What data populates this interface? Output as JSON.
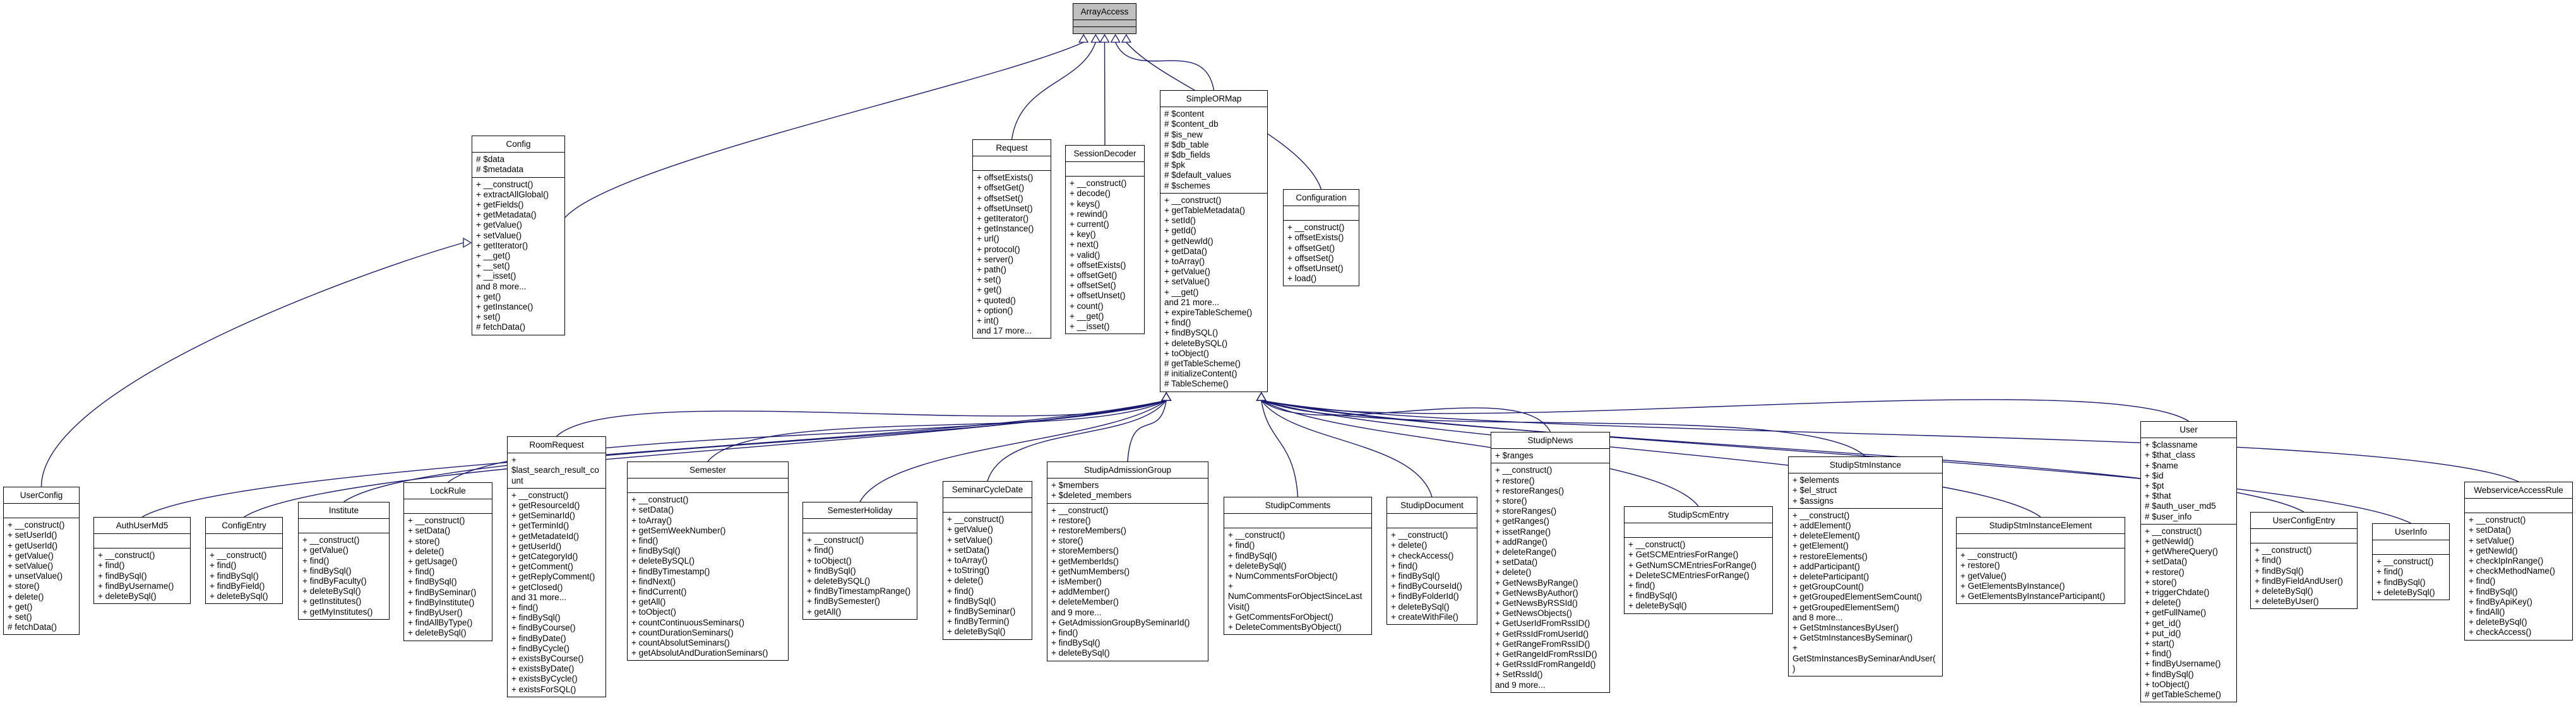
{
  "diagram_type": "uml-class-inheritance",
  "colors": {
    "edge_line": "#191970",
    "box_border": "#000000",
    "class_fill": "#ffffff",
    "external_class_fill": "#bfbfbf",
    "text": "#000000"
  },
  "classes": {
    "arrayaccess": {
      "name": "ArrayAccess",
      "attributes": [],
      "methods": []
    },
    "config": {
      "name": "Config",
      "attributes": [
        "# $data",
        "# $metadata"
      ],
      "methods": [
        "+ __construct()",
        "+ extractAllGlobal()",
        "+ getFields()",
        "+ getMetadata()",
        "+ getValue()",
        "+ setValue()",
        "+ getIterator()",
        "+ __get()",
        "+ __set()",
        "+ __isset()",
        "and 8 more...",
        "+ get()",
        "+ getInstance()",
        "+ set()",
        "# fetchData()"
      ]
    },
    "request": {
      "name": "Request",
      "attributes": [],
      "methods": [
        "+ offsetExists()",
        "+ offsetGet()",
        "+ offsetSet()",
        "+ offsetUnset()",
        "+ getIterator()",
        "+ getInstance()",
        "+ url()",
        "+ protocol()",
        "+ server()",
        "+ path()",
        "+ set()",
        "+ get()",
        "+ quoted()",
        "+ option()",
        "+ int()",
        "and 17 more..."
      ]
    },
    "sessiondecoder": {
      "name": "SessionDecoder",
      "attributes": [],
      "methods": [
        "+ __construct()",
        "+ decode()",
        "+ keys()",
        "+ rewind()",
        "+ current()",
        "+ key()",
        "+ next()",
        "+ valid()",
        "+ offsetExists()",
        "+ offsetGet()",
        "+ offsetSet()",
        "+ offsetUnset()",
        "+ count()",
        "+ __get()",
        "+ __isset()"
      ]
    },
    "simpleormap": {
      "name": "SimpleORMap",
      "attributes": [
        "# $content",
        "# $content_db",
        "# $is_new",
        "# $db_table",
        "# $db_fields",
        "# $pk",
        "# $default_values",
        "# $schemes"
      ],
      "methods": [
        "+ __construct()",
        "+ getTableMetadata()",
        "+ setId()",
        "+ getId()",
        "+ getNewId()",
        "+ getData()",
        "+ toArray()",
        "+ getValue()",
        "+ setValue()",
        "+ __get()",
        "and 21 more...",
        "+ expireTableScheme()",
        "+ find()",
        "+ findBySQL()",
        "+ deleteBySQL()",
        "+ toObject()",
        "# getTableScheme()",
        "# initializeContent()",
        "# TableScheme()"
      ]
    },
    "configuration": {
      "name": "Configuration",
      "attributes": [],
      "methods": [
        "+ __construct()",
        "+ offsetExists()",
        "+ offsetGet()",
        "+ offsetSet()",
        "+ offsetUnset()",
        "+ load()"
      ]
    },
    "userconfig": {
      "name": "UserConfig",
      "attributes": [],
      "methods": [
        "+ __construct()",
        "+ setUserId()",
        "+ getUserId()",
        "+ getValue()",
        "+ setValue()",
        "+ unsetValue()",
        "+ store()",
        "+ delete()",
        "+ get()",
        "+ set()",
        "# fetchData()"
      ]
    },
    "authusermd5": {
      "name": "AuthUserMd5",
      "attributes": [],
      "methods": [
        "+ __construct()",
        "+ find()",
        "+ findBySql()",
        "+ findByUsername()",
        "+ deleteBySql()"
      ]
    },
    "configentry": {
      "name": "ConfigEntry",
      "attributes": [],
      "methods": [
        "+ __construct()",
        "+ find()",
        "+ findBySql()",
        "+ findByField()",
        "+ deleteBySql()"
      ]
    },
    "institute": {
      "name": "Institute",
      "attributes": [],
      "methods": [
        "+ __construct()",
        "+ getValue()",
        "+ find()",
        "+ findBySql()",
        "+ findByFaculty()",
        "+ deleteBySql()",
        "+ getInstitutes()",
        "+ getMyInstitutes()"
      ]
    },
    "lockrule": {
      "name": "LockRule",
      "attributes": [],
      "methods": [
        "+ __construct()",
        "+ setData()",
        "+ store()",
        "+ delete()",
        "+ getUsage()",
        "+ find()",
        "+ findBySql()",
        "+ findBySeminar()",
        "+ findByInstitute()",
        "+ findByUser()",
        "+ findAllByType()",
        "+ deleteBySql()"
      ]
    },
    "roomrequest": {
      "name": "RoomRequest",
      "attributes": [
        "+ $last_search_result_count"
      ],
      "methods": [
        "+ __construct()",
        "+ getResourceId()",
        "+ getSeminarId()",
        "+ getTerminId()",
        "+ getMetadateId()",
        "+ getUserId()",
        "+ getCategoryId()",
        "+ getComment()",
        "+ getReplyComment()",
        "+ getClosed()",
        "and 31 more...",
        "+ find()",
        "+ findBySql()",
        "+ findByCourse()",
        "+ findByDate()",
        "+ findByCycle()",
        "+ existsByCourse()",
        "+ existsByDate()",
        "+ existsByCycle()",
        "+ existsForSQL()"
      ]
    },
    "semester": {
      "name": "Semester",
      "attributes": [],
      "methods": [
        "+ __construct()",
        "+ setData()",
        "+ toArray()",
        "+ getSemWeekNumber()",
        "+ find()",
        "+ findBySql()",
        "+ deleteBySQL()",
        "+ findByTimestamp()",
        "+ findNext()",
        "+ findCurrent()",
        "+ getAll()",
        "+ toObject()",
        "+ countContinuousSeminars()",
        "+ countDurationSeminars()",
        "+ countAbsolutSeminars()",
        "+ getAbsolutAndDurationSeminars()"
      ]
    },
    "semesterholiday": {
      "name": "SemesterHoliday",
      "attributes": [],
      "methods": [
        "+ __construct()",
        "+ find()",
        "+ toObject()",
        "+ findBySql()",
        "+ deleteBySQL()",
        "+ findByTimestampRange()",
        "+ findBySemester()",
        "+ getAll()"
      ]
    },
    "seminarcycledate": {
      "name": "SeminarCycleDate",
      "attributes": [],
      "methods": [
        "+ __construct()",
        "+ getValue()",
        "+ setValue()",
        "+ setData()",
        "+ toArray()",
        "+ toString()",
        "+ delete()",
        "+ find()",
        "+ findBySql()",
        "+ findBySeminar()",
        "+ findByTermin()",
        "+ deleteBySql()"
      ]
    },
    "studipadmissiongroup": {
      "name": "StudipAdmissionGroup",
      "attributes": [
        "+ $members",
        "+ $deleted_members"
      ],
      "methods": [
        "+ __construct()",
        "+ restore()",
        "+ restoreMembers()",
        "+ store()",
        "+ storeMembers()",
        "+ getMemberIds()",
        "+ getNumMembers()",
        "+ isMember()",
        "+ addMember()",
        "+ deleteMember()",
        "and 9 more...",
        "+ GetAdmissionGroupBySeminarId()",
        "+ find()",
        "+ findBySql()",
        "+ deleteBySql()"
      ]
    },
    "studipcomments": {
      "name": "StudipComments",
      "attributes": [],
      "methods": [
        "+ __construct()",
        "+ find()",
        "+ findBySql()",
        "+ deleteBySql()",
        "+ NumCommentsForObject()",
        "+ NumCommentsForObjectSinceLastVisit()",
        "+ GetCommentsForObject()",
        "+ DeleteCommentsByObject()"
      ]
    },
    "studipdocument": {
      "name": "StudipDocument",
      "attributes": [],
      "methods": [
        "+ __construct()",
        "+ delete()",
        "+ checkAccess()",
        "+ find()",
        "+ findBySql()",
        "+ findByCourseId()",
        "+ findByFolderId()",
        "+ deleteBySql()",
        "+ createWithFile()"
      ]
    },
    "studipnews": {
      "name": "StudipNews",
      "attributes": [
        "+ $ranges"
      ],
      "methods": [
        "+ __construct()",
        "+ restore()",
        "+ restoreRanges()",
        "+ store()",
        "+ storeRanges()",
        "+ getRanges()",
        "+ issetRange()",
        "+ addRange()",
        "+ deleteRange()",
        "+ setData()",
        "+ delete()",
        "+ GetNewsByRange()",
        "+ GetNewsByAuthor()",
        "+ GetNewsByRSSId()",
        "+ GetNewsObjects()",
        "+ GetUserIdFromRssID()",
        "+ GetRssIdFromUserId()",
        "+ GetRangeFromRssID()",
        "+ GetRangeIdFromRssID()",
        "+ GetRssIdFromRangeId()",
        "+ SetRssId()",
        "and 9 more..."
      ]
    },
    "studipscmentry": {
      "name": "StudipScmEntry",
      "attributes": [],
      "methods": [
        "+ __construct()",
        "+ GetSCMEntriesForRange()",
        "+ GetNumSCMEntriesForRange()",
        "+ DeleteSCMEntriesForRange()",
        "+ find()",
        "+ findBySql()",
        "+ deleteBySql()"
      ]
    },
    "studipstminstance": {
      "name": "StudipStmInstance",
      "attributes": [
        "+ $elements",
        "+ $el_struct",
        "+ $assigns"
      ],
      "methods": [
        "+ __construct()",
        "+ addElement()",
        "+ deleteElement()",
        "+ getElement()",
        "+ restoreElements()",
        "+ addParticipant()",
        "+ deleteParticipant()",
        "+ getGroupCount()",
        "+ getGroupedElementSemCount()",
        "+ getGroupedElementSem()",
        "and 8 more...",
        "+ GetStmInstancesByUser()",
        "+ GetStmInstancesBySeminar()",
        "+ GetStmInstancesBySeminarAndUser()"
      ]
    },
    "studipstminstanceelement": {
      "name": "StudipStmInstanceElement",
      "attributes": [],
      "methods": [
        "+ __construct()",
        "+ restore()",
        "+ getValue()",
        "+ GetElementsByInstance()",
        "+ GetElementsByInstanceParticipant()"
      ]
    },
    "user": {
      "name": "User",
      "attributes": [
        "+ $classname",
        "+ $that_class",
        "+ $name",
        "+ $id",
        "+ $pt",
        "+ $that",
        "# $auth_user_md5",
        "# $user_info"
      ],
      "methods": [
        "+ __construct()",
        "+ getNewId()",
        "+ getWhereQuery()",
        "+ setData()",
        "+ restore()",
        "+ store()",
        "+ triggerChdate()",
        "+ delete()",
        "+ getFullName()",
        "+ get_id()",
        "+ put_id()",
        "+ start()",
        "+ find()",
        "+ findByUsername()",
        "+ findBySql()",
        "+ toObject()",
        "# getTableScheme()"
      ]
    },
    "userconfigentry": {
      "name": "UserConfigEntry",
      "attributes": [],
      "methods": [
        "+ __construct()",
        "+ find()",
        "+ findBySql()",
        "+ findByFieldAndUser()",
        "+ deleteBySql()",
        "+ deleteByUser()"
      ]
    },
    "userinfo": {
      "name": "UserInfo",
      "attributes": [],
      "methods": [
        "+ __construct()",
        "+ find()",
        "+ findBySql()",
        "+ deleteBySql()"
      ]
    },
    "webserviceaccessrule": {
      "name": "WebserviceAccessRule",
      "attributes": [],
      "methods": [
        "+ __construct()",
        "+ setData()",
        "+ setValue()",
        "+ getNewId()",
        "+ checkIpInRange()",
        "+ checkMethodName()",
        "+ find()",
        "+ findBySql()",
        "+ findByApiKey()",
        "+ findAll()",
        "+ deleteBySql()",
        "+ checkAccess()"
      ]
    }
  },
  "edges": [
    {
      "child": "config",
      "parent": "arrayaccess"
    },
    {
      "child": "request",
      "parent": "arrayaccess"
    },
    {
      "child": "sessiondecoder",
      "parent": "arrayaccess"
    },
    {
      "child": "simpleormap",
      "parent": "arrayaccess"
    },
    {
      "child": "configuration",
      "parent": "arrayaccess"
    },
    {
      "child": "userconfig",
      "parent": "config"
    },
    {
      "child": "authusermd5",
      "parent": "simpleormap"
    },
    {
      "child": "configentry",
      "parent": "simpleormap"
    },
    {
      "child": "institute",
      "parent": "simpleormap"
    },
    {
      "child": "lockrule",
      "parent": "simpleormap"
    },
    {
      "child": "roomrequest",
      "parent": "simpleormap"
    },
    {
      "child": "semester",
      "parent": "simpleormap"
    },
    {
      "child": "semesterholiday",
      "parent": "simpleormap"
    },
    {
      "child": "seminarcycledate",
      "parent": "simpleormap"
    },
    {
      "child": "studipadmissiongroup",
      "parent": "simpleormap"
    },
    {
      "child": "studipcomments",
      "parent": "simpleormap"
    },
    {
      "child": "studipdocument",
      "parent": "simpleormap"
    },
    {
      "child": "studipnews",
      "parent": "simpleormap"
    },
    {
      "child": "studipscmentry",
      "parent": "simpleormap"
    },
    {
      "child": "studipstminstance",
      "parent": "simpleormap"
    },
    {
      "child": "studipstminstanceelement",
      "parent": "simpleormap"
    },
    {
      "child": "user",
      "parent": "simpleormap"
    },
    {
      "child": "userconfigentry",
      "parent": "simpleormap"
    },
    {
      "child": "userinfo",
      "parent": "simpleormap"
    },
    {
      "child": "webserviceaccessrule",
      "parent": "simpleormap"
    }
  ]
}
